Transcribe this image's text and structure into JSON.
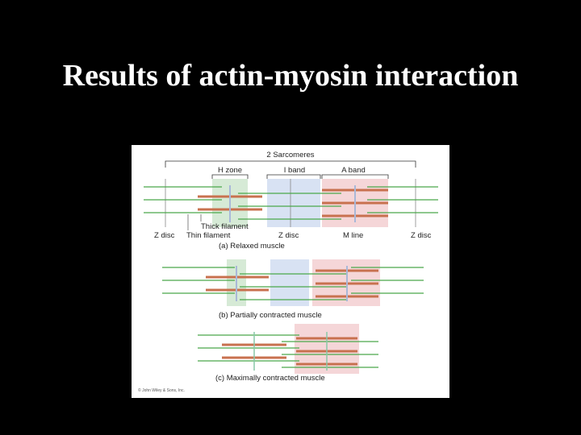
{
  "slide": {
    "title": "Results of actin-myosin interaction"
  },
  "figure": {
    "top_label": "2 Sarcomeres",
    "band_labels": {
      "h_zone": "H zone",
      "i_band": "I band",
      "a_band": "A band"
    },
    "filament_labels": {
      "thick": "Thick filament",
      "thin": "Thin filament"
    },
    "disc_labels": {
      "z_left": "Z disc",
      "z_mid": "Z disc",
      "m_line": "M line",
      "z_right": "Z disc"
    },
    "captions": {
      "a": "(a) Relaxed muscle",
      "b": "(b) Partially contracted muscle",
      "c": "(c) Maximally contracted muscle"
    },
    "copyright": "© John Wiley & Sons, Inc.",
    "colors": {
      "thick_filament": "#c8714f",
      "thin_filament": "#4aa84a",
      "z_disc_lines": "#888888",
      "h_zone_shade": "#d6ead6",
      "i_band_shade": "#d8e2f3",
      "a_band_shade": "#f5d6d8",
      "m_line": "#a9b8d8"
    }
  }
}
